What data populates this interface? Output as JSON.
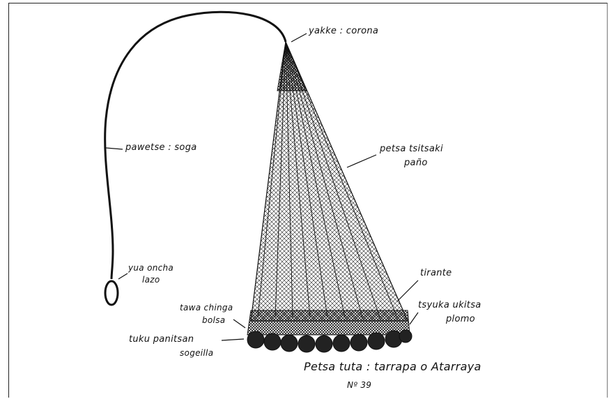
{
  "labels": {
    "yakke": "yakke : corona",
    "pawetse": "pawetse : soga",
    "petsa_line1": "petsa tsitsaki",
    "petsa_line2": "paño",
    "yua_line1": "yua oncha",
    "yua_line2": "lazo",
    "tirante": "tirante",
    "tsyuka_line1": "tsyuka ukitsa",
    "tsyuka_line2": "plomo",
    "tawa_line1": "tawa chinga",
    "tawa_line2": "bolsa",
    "tuku_line1": "tuku panitsan",
    "tuku_line2": "sogeilla"
  },
  "caption": {
    "title": "Petsa tuta : tarrapa o Atarraya",
    "number": "Nº 39"
  },
  "colors": {
    "ink": "#111111",
    "paper": "#ffffff"
  }
}
